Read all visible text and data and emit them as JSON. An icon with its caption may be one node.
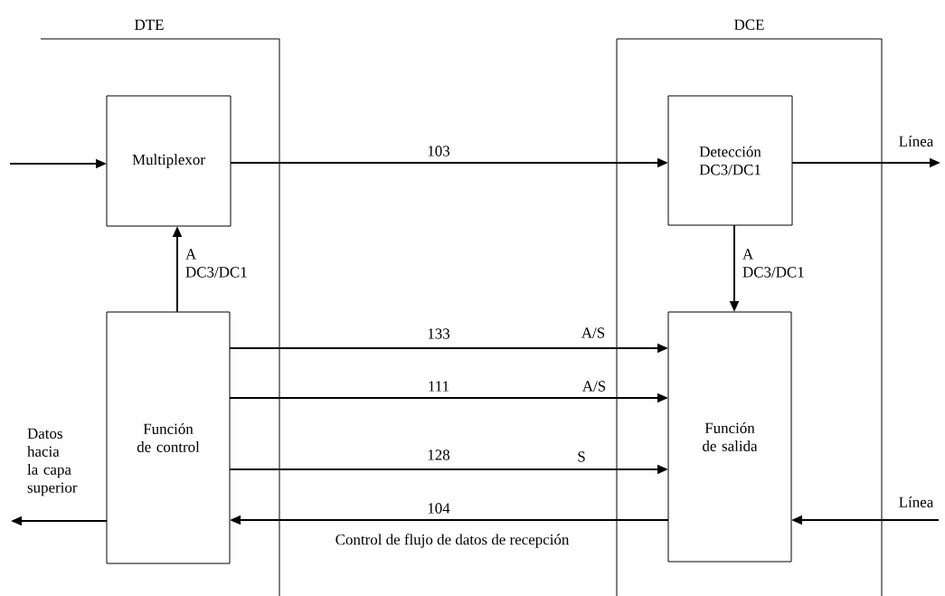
{
  "diagram": {
    "nodes": [
      {
        "text": [
          "DTE"
        ]
      },
      {
        "text": [
          "Multiplexor"
        ],
        "in": 0
      },
      {
        "text": [
          "Función de control"
        ],
        "in": 0
      },
      {
        "text": [
          "DCE"
        ]
      },
      {
        "text": [
          "Detección DC3/DC1"
        ],
        "in": 3
      },
      {
        "text": [
          "Función de salida"
        ],
        "in": 3
      }
    ],
    "edges": [
      {
        "from": null,
        "to": 1,
        "arrow": "to"
      },
      {
        "from": 1,
        "to": 4,
        "arrow": "to",
        "label": "103"
      },
      {
        "from": 2,
        "to": 1,
        "arrow": "to",
        "label": "A DC3/DC1"
      },
      {
        "from": 4,
        "to": null,
        "arrow": "to",
        "label": "Línea"
      },
      {
        "from": 4,
        "to": 5,
        "arrow": "to",
        "label": "A DC3/DC1"
      },
      {
        "from": 2,
        "to": 5,
        "arrow": "to",
        "label": "133"
      },
      {
        "from": 2,
        "to": 5,
        "arrow": "to",
        "label": "111"
      },
      {
        "from": 2,
        "to": 5,
        "arrow": "to",
        "label": "128"
      },
      {
        "from": 5,
        "to": 2,
        "arrow": "to",
        "label": "104"
      },
      {
        "from": null,
        "to": 5,
        "arrow": "to",
        "label": "Línea"
      },
      {
        "from": 2,
        "to": null,
        "arrow": "to",
        "label": "Datos hacia la capa superior"
      }
    ],
    "labels": [
      "A/S",
      "A/S",
      "S",
      "Control de flujo de datos de recepción"
    ]
  }
}
